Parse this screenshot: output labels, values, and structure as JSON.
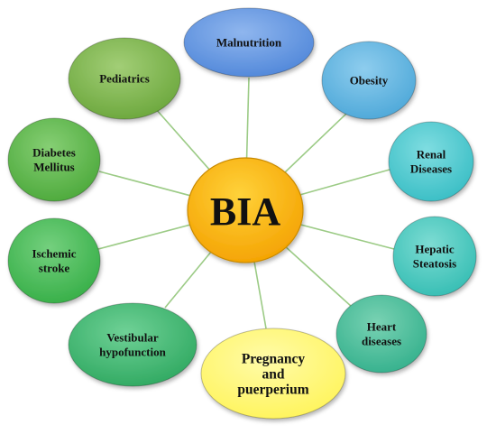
{
  "center": {
    "label": "BIA",
    "color_top": "#FFD23A",
    "color_bottom": "#F4A100",
    "stroke": "#C98A00"
  },
  "connector_color": "#9CCB86",
  "nodes": [
    {
      "id": "malnutrition",
      "lines": [
        "Malnutrition"
      ],
      "fill": "#4F86D9",
      "fill_light": "#8FB6EE"
    },
    {
      "id": "obesity",
      "lines": [
        "Obesity"
      ],
      "fill": "#4CA7D8",
      "fill_light": "#8ECDEE"
    },
    {
      "id": "renal",
      "lines": [
        "Renal",
        "Diseases"
      ],
      "fill": "#38BDC4",
      "fill_light": "#7FDDE1"
    },
    {
      "id": "hepatic",
      "lines": [
        "Hepatic",
        "Steatosis"
      ],
      "fill": "#34BDB3",
      "fill_light": "#7DDCD3"
    },
    {
      "id": "heart",
      "lines": [
        "Heart",
        "diseases"
      ],
      "fill": "#33B08C",
      "fill_light": "#79D2B3"
    },
    {
      "id": "pregnancy",
      "lines": [
        "Pregnancy",
        "and",
        "puerperium"
      ],
      "fill": "#FFF45A",
      "fill_light": "#FFFBA8"
    },
    {
      "id": "vestibular",
      "lines": [
        "Vestibular",
        "hypofunction"
      ],
      "fill": "#2EA860",
      "fill_light": "#6FD196"
    },
    {
      "id": "ischemic",
      "lines": [
        "Ischemic",
        "stroke"
      ],
      "fill": "#35AE46",
      "fill_light": "#74D07E"
    },
    {
      "id": "diabetes",
      "lines": [
        "Diabetes",
        "Mellitus"
      ],
      "fill": "#4BA83A",
      "fill_light": "#86CF74"
    },
    {
      "id": "pediatrics",
      "lines": [
        "Pediatrics"
      ],
      "fill": "#6AA63B",
      "fill_light": "#A2CE76"
    }
  ]
}
